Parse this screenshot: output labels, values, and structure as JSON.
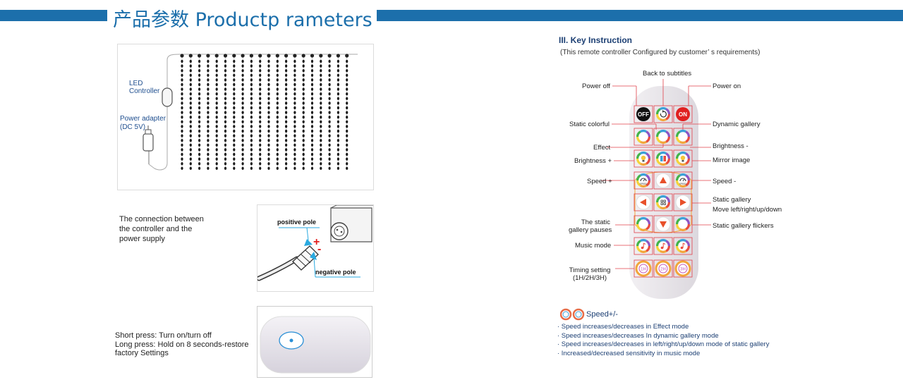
{
  "header": {
    "title": "产品参数 Productp rameters"
  },
  "product": {
    "led_controller_line1": "LED",
    "led_controller_line2": "Controller",
    "power_adapter_line1": "Power adapter",
    "power_adapter_line2": "(DC 5V)"
  },
  "connection": {
    "description_lines": [
      "The connection between",
      "the controller and the",
      "power supply"
    ],
    "positive_label": "positive pole",
    "negative_label": "negative pole",
    "plus_sign": "+",
    "minus_sign": "-"
  },
  "controller_button": {
    "lines": [
      "Short press: Turn on/turn off",
      "Long press:  Hold on 8 seconds-restore",
      " factory Settings"
    ]
  },
  "key_instruction": {
    "heading": "III. Key Instruction",
    "subheading": "(This remote controller Configured by customer’ s requirements)",
    "labels": {
      "back_to_subtitles": "Back to subtitles",
      "power_off": "Power off",
      "power_on": "Power on",
      "static_colorful": "Static colorful",
      "dynamic_gallery": "Dynamic gallery",
      "effect": "Effect",
      "brightness_minus": "Brightness -",
      "brightness_plus": "Brightness +",
      "mirror_image": "Mirror image",
      "speed_plus": "Speed +",
      "speed_minus": "Speed -",
      "static_gallery": "Static gallery",
      "move_dirs": "Move left/right/up/down",
      "static_pauses_1": "The static",
      "static_pauses_2": "gallery pauses",
      "static_flickers": "Static gallery flickers",
      "music_mode": "Music mode",
      "timing_1": "Timing setting",
      "timing_2": "(1H/2H/3H)"
    },
    "remote_buttons": {
      "off": "OFF",
      "on": "ON",
      "speed_tag": "SPEED",
      "timer_labels": [
        "1H",
        "2H",
        "3H"
      ]
    },
    "speed_title": "Speed+/-",
    "speed_notes": [
      "· Speed increases/decreases in Effect mode",
      "· Speed increases/decreases In dynamic gallery mode",
      "· Speed increases/decreases in left/right/up/down mode of static gallery",
      "· Increased/decreased sensitivity in music mode"
    ]
  },
  "colors": {
    "brand_blue": "#1c6fab",
    "callout_red": "#e0404a",
    "on_red": "#e02020",
    "off_black": "#111111"
  }
}
